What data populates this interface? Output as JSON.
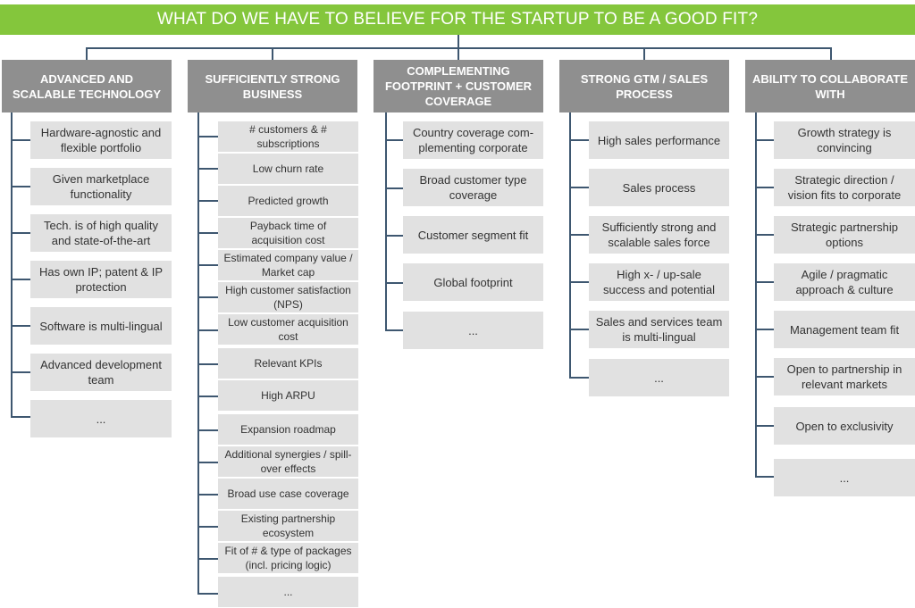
{
  "title": "WHAT DO WE HAVE TO BELIEVE FOR THE STARTUP TO BE A GOOD FIT?",
  "columns": [
    {
      "header": "ADVANCED AND SCALABLE TECHNOLOGY",
      "items": [
        "Hardware-agnostic and flexible portfolio",
        "Given marketplace functionality",
        "Tech. is of high quality and state-of-the-art",
        "Has own IP; patent & IP protection",
        "Software is multi-lingual",
        "Advanced development team",
        "..."
      ]
    },
    {
      "header": "SUFFICIENTLY STRONG BUSINESS",
      "items": [
        "# customers & # subscriptions",
        "Low churn rate",
        "Predicted growth",
        "Payback time of acquisition cost",
        "Estimated company value / Market cap",
        "High customer satisfaction (NPS)",
        "Low customer acquisition cost",
        "Relevant KPIs",
        "High ARPU",
        "Expansion roadmap",
        "Additional synergies / spill-over effects",
        "Broad use case coverage",
        "Existing partnership ecosystem",
        "Fit of # & type of packages (incl. pricing logic)",
        "..."
      ]
    },
    {
      "header": "COMPLEMENTING FOOTPRINT + CUSTOMER COVERAGE",
      "items": [
        "Country coverage com-plementing corporate",
        "Broad customer type coverage",
        "Customer segment fit",
        "Global footprint",
        "..."
      ]
    },
    {
      "header": "STRONG GTM / SALES PROCESS",
      "items": [
        "High sales performance",
        "Sales process",
        "Sufficiently strong and scalable sales force",
        "High x- / up-sale success and potential",
        "Sales and services team is multi-lingual",
        "..."
      ]
    },
    {
      "header": "ABILITY TO COLLABORATE WITH",
      "items": [
        "Growth strategy is convincing",
        "Strategic direction / vision fits to corporate",
        "Strategic partnership options",
        "Agile / pragmatic approach & culture",
        "Management team fit",
        "Open to partnership in relevant markets",
        "Open to exclusivity",
        "..."
      ]
    }
  ]
}
